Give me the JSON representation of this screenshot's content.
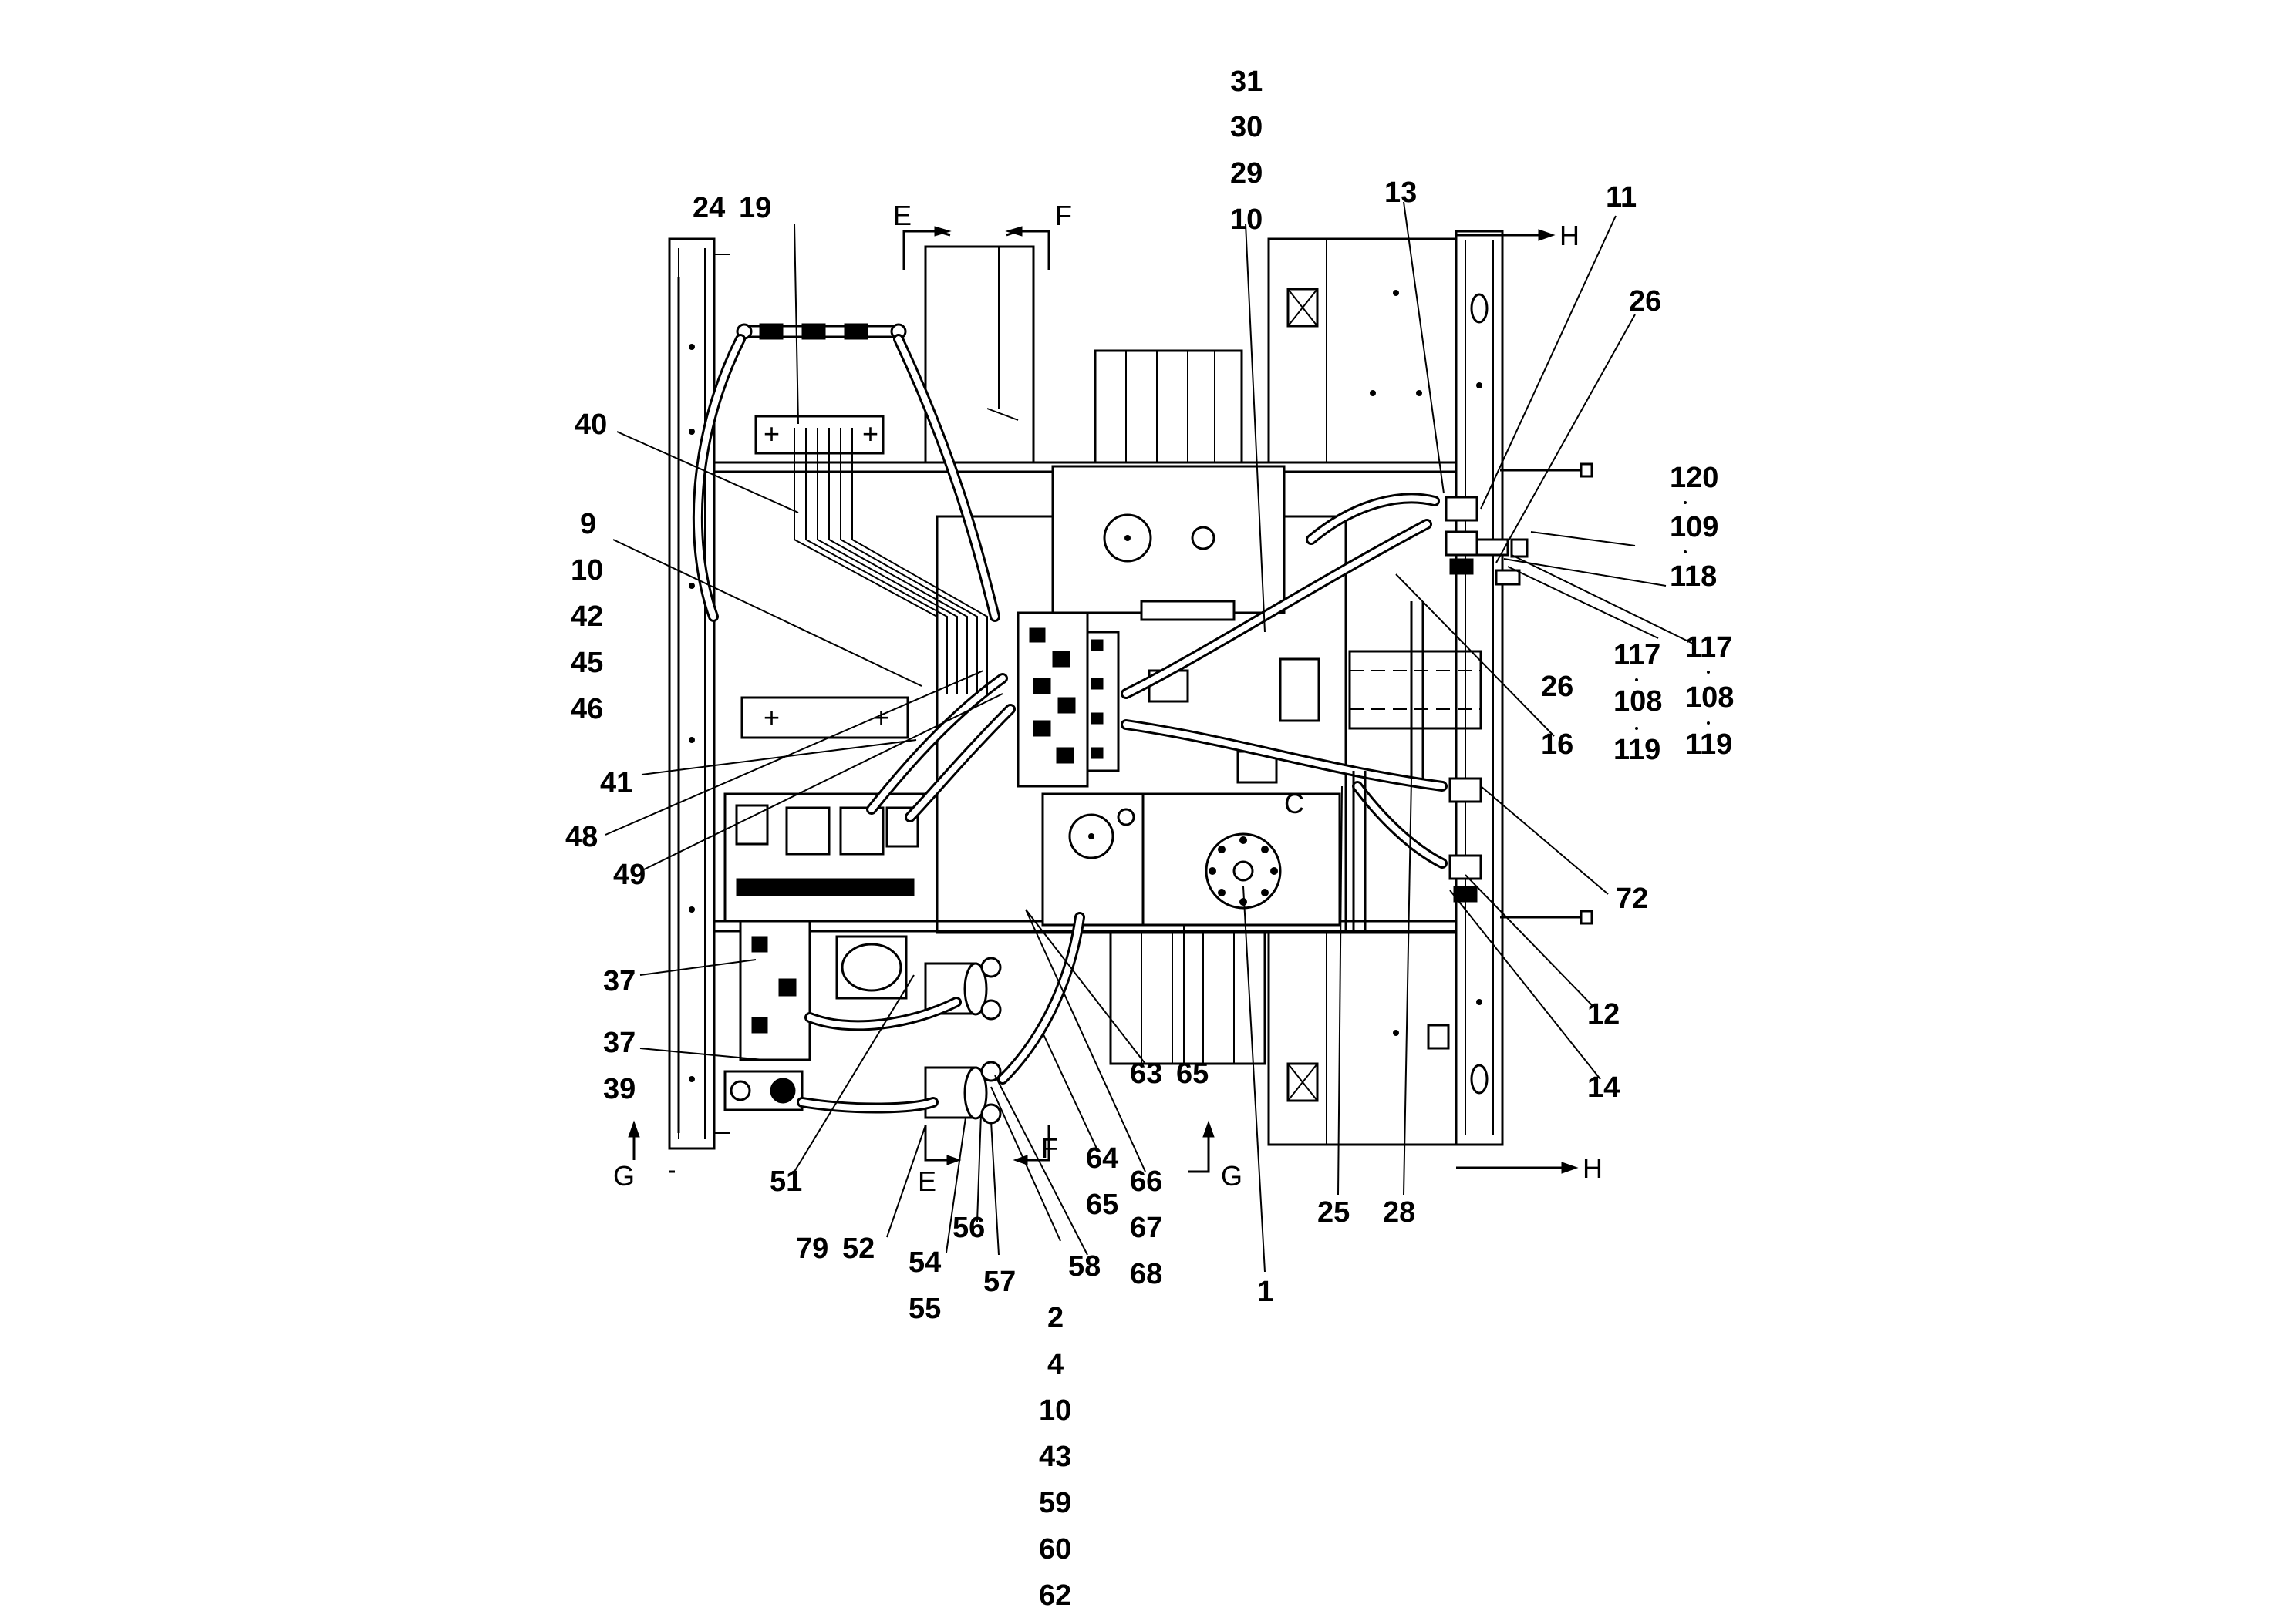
{
  "diagram": {
    "callouts": [
      {
        "id": "c31",
        "text": "31"
      },
      {
        "id": "c30",
        "text": "30"
      },
      {
        "id": "c29",
        "text": "29"
      },
      {
        "id": "c10a",
        "text": "10"
      },
      {
        "id": "c24",
        "text": "24"
      },
      {
        "id": "c19",
        "text": "19"
      },
      {
        "id": "c13",
        "text": "13"
      },
      {
        "id": "c11",
        "text": "11"
      },
      {
        "id": "c26a",
        "text": "26"
      },
      {
        "id": "c40",
        "text": "40"
      },
      {
        "id": "c120",
        "text": "120"
      },
      {
        "id": "c109",
        "text": "109"
      },
      {
        "id": "c118",
        "text": "118"
      },
      {
        "id": "c9",
        "text": "9"
      },
      {
        "id": "c10b",
        "text": "10"
      },
      {
        "id": "c42",
        "text": "42"
      },
      {
        "id": "c45",
        "text": "45"
      },
      {
        "id": "c46",
        "text": "46"
      },
      {
        "id": "c117a",
        "text": "117"
      },
      {
        "id": "c117b",
        "text": "117"
      },
      {
        "id": "c26b",
        "text": "26"
      },
      {
        "id": "c108a",
        "text": "108"
      },
      {
        "id": "c108b",
        "text": "108"
      },
      {
        "id": "c16",
        "text": "16"
      },
      {
        "id": "c119a",
        "text": "119"
      },
      {
        "id": "c119b",
        "text": "119"
      },
      {
        "id": "c41",
        "text": "41"
      },
      {
        "id": "c48",
        "text": "48"
      },
      {
        "id": "c49",
        "text": "49"
      },
      {
        "id": "c72",
        "text": "72"
      },
      {
        "id": "c37a",
        "text": "37"
      },
      {
        "id": "c12",
        "text": "12"
      },
      {
        "id": "c37b",
        "text": "37"
      },
      {
        "id": "c39",
        "text": "39"
      },
      {
        "id": "c63",
        "text": "63"
      },
      {
        "id": "c65a",
        "text": "65"
      },
      {
        "id": "c14",
        "text": "14"
      },
      {
        "id": "c51",
        "text": "51"
      },
      {
        "id": "c64",
        "text": "64"
      },
      {
        "id": "c66",
        "text": "66"
      },
      {
        "id": "c65b",
        "text": "65"
      },
      {
        "id": "c25",
        "text": "25"
      },
      {
        "id": "c28",
        "text": "28"
      },
      {
        "id": "c56",
        "text": "56"
      },
      {
        "id": "c67",
        "text": "67"
      },
      {
        "id": "c79",
        "text": "79"
      },
      {
        "id": "c52",
        "text": "52"
      },
      {
        "id": "c54",
        "text": "54"
      },
      {
        "id": "c58",
        "text": "58"
      },
      {
        "id": "c68",
        "text": "68"
      },
      {
        "id": "c57",
        "text": "57"
      },
      {
        "id": "c1",
        "text": "1"
      },
      {
        "id": "c55",
        "text": "55"
      },
      {
        "id": "c2",
        "text": "2"
      },
      {
        "id": "c4",
        "text": "4"
      },
      {
        "id": "c10c",
        "text": "10"
      },
      {
        "id": "c43",
        "text": "43"
      },
      {
        "id": "c59",
        "text": "59"
      },
      {
        "id": "c60",
        "text": "60"
      },
      {
        "id": "c62",
        "text": "62"
      }
    ],
    "section_marks": [
      {
        "id": "E-top",
        "text": "E"
      },
      {
        "id": "F-top",
        "text": "F"
      },
      {
        "id": "H-top",
        "text": "H"
      },
      {
        "id": "E-bottom",
        "text": "E"
      },
      {
        "id": "F-bottom",
        "text": "F"
      },
      {
        "id": "G-left",
        "text": "G"
      },
      {
        "id": "G-right",
        "text": "G"
      },
      {
        "id": "H-bottom",
        "text": "H"
      },
      {
        "id": "C-mark",
        "text": "C"
      }
    ]
  }
}
